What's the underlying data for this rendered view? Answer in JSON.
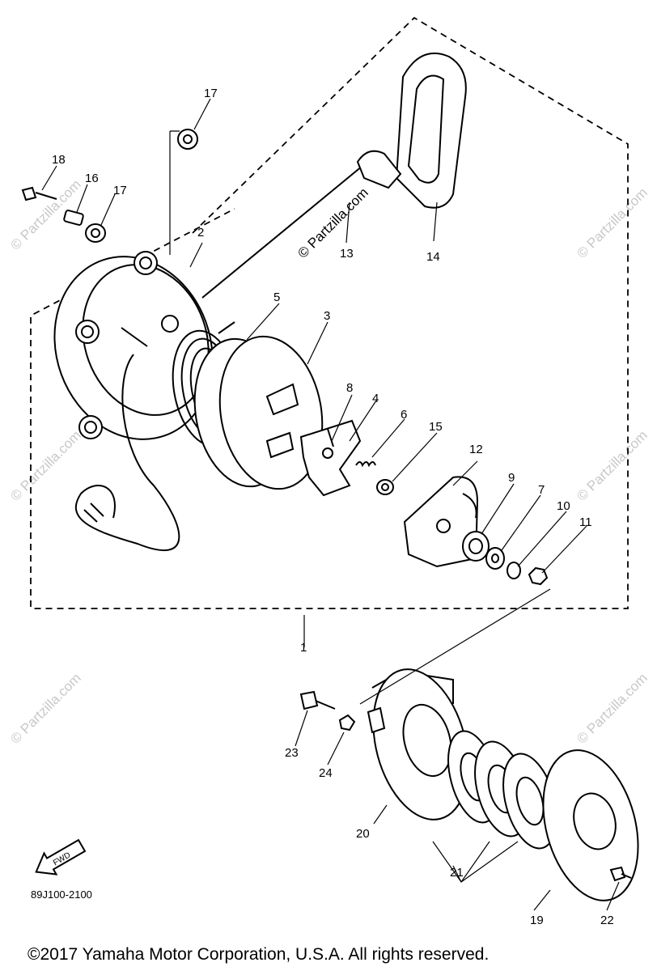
{
  "diagram": {
    "labels": [
      "1",
      "2",
      "3",
      "4",
      "5",
      "6",
      "7",
      "8",
      "9",
      "10",
      "11",
      "12",
      "13",
      "14",
      "15",
      "16",
      "17",
      "17",
      "18",
      "19",
      "20",
      "21",
      "22",
      "23",
      "24"
    ],
    "watermark": "© Partzilla.com",
    "diagram_code": "89J100-2100",
    "fwd_label": "FWD",
    "copyright": "©2017 Yamaha Motor Corporation, U.S.A. All rights reserved."
  }
}
